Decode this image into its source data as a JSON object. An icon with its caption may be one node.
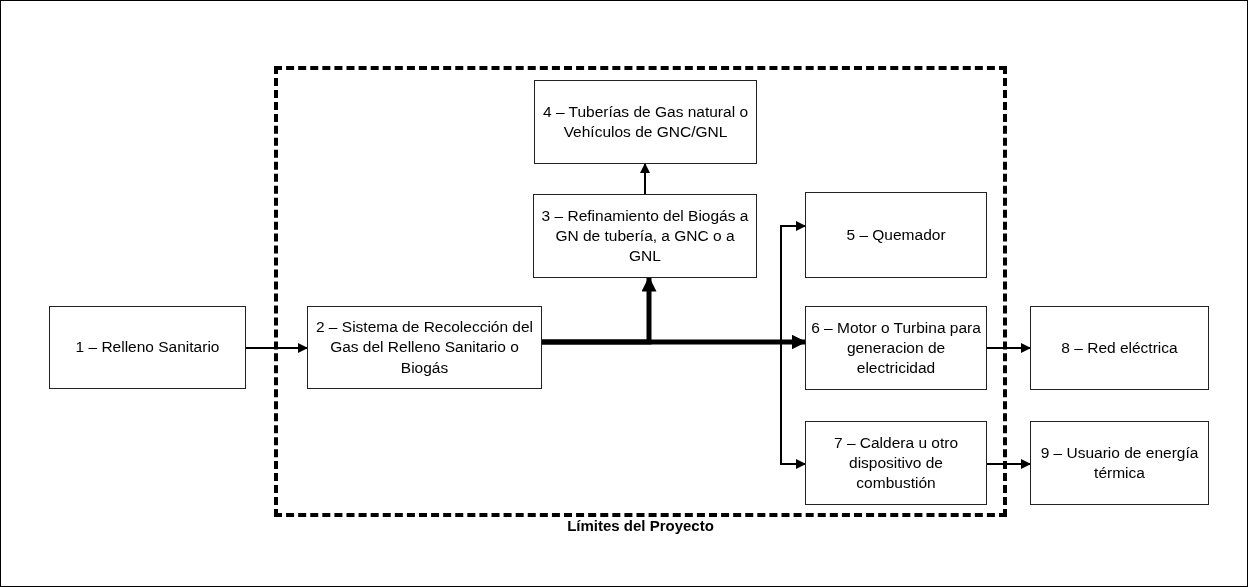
{
  "diagram": {
    "nodes": [
      {
        "text": [
          "Límites del Proyecto"
        ]
      },
      {
        "text": [
          "1 – Relleno Sanitario"
        ]
      },
      {
        "text": [
          "2 – Sistema de Recolección del Gas del Relleno Sanitario o Biogás"
        ],
        "in": 0
      },
      {
        "text": [
          "3 – Refinamiento del Biogás a GN de tubería, a GNC o a GNL"
        ],
        "in": 0
      },
      {
        "text": [
          "4 – Tuberías de Gas natural o Vehículos de GNC/GNL"
        ],
        "in": 0
      },
      {
        "text": [
          "5 – Quemador"
        ],
        "in": 0
      },
      {
        "text": [
          "6 – Motor o Turbina para generacion de electricidad"
        ],
        "in": 0
      },
      {
        "text": [
          "7 – Caldera u otro dispositivo de combustión"
        ],
        "in": 0
      },
      {
        "text": [
          "8 – Red eléctrica"
        ]
      },
      {
        "text": [
          "9 – Usuario de energía térmica"
        ]
      }
    ],
    "edges": [
      {
        "from": 1,
        "to": 2,
        "arrow": "to"
      },
      {
        "from": 2,
        "to": 3,
        "arrow": "to",
        "style": "thick"
      },
      {
        "from": 3,
        "to": 4,
        "arrow": "to"
      },
      {
        "from": 2,
        "to": 5,
        "arrow": "to"
      },
      {
        "from": 2,
        "to": 6,
        "arrow": "to",
        "style": "thick"
      },
      {
        "from": 2,
        "to": 7,
        "arrow": "to"
      },
      {
        "from": 6,
        "to": 8,
        "arrow": "to"
      },
      {
        "from": 7,
        "to": 9,
        "arrow": "to"
      }
    ]
  }
}
